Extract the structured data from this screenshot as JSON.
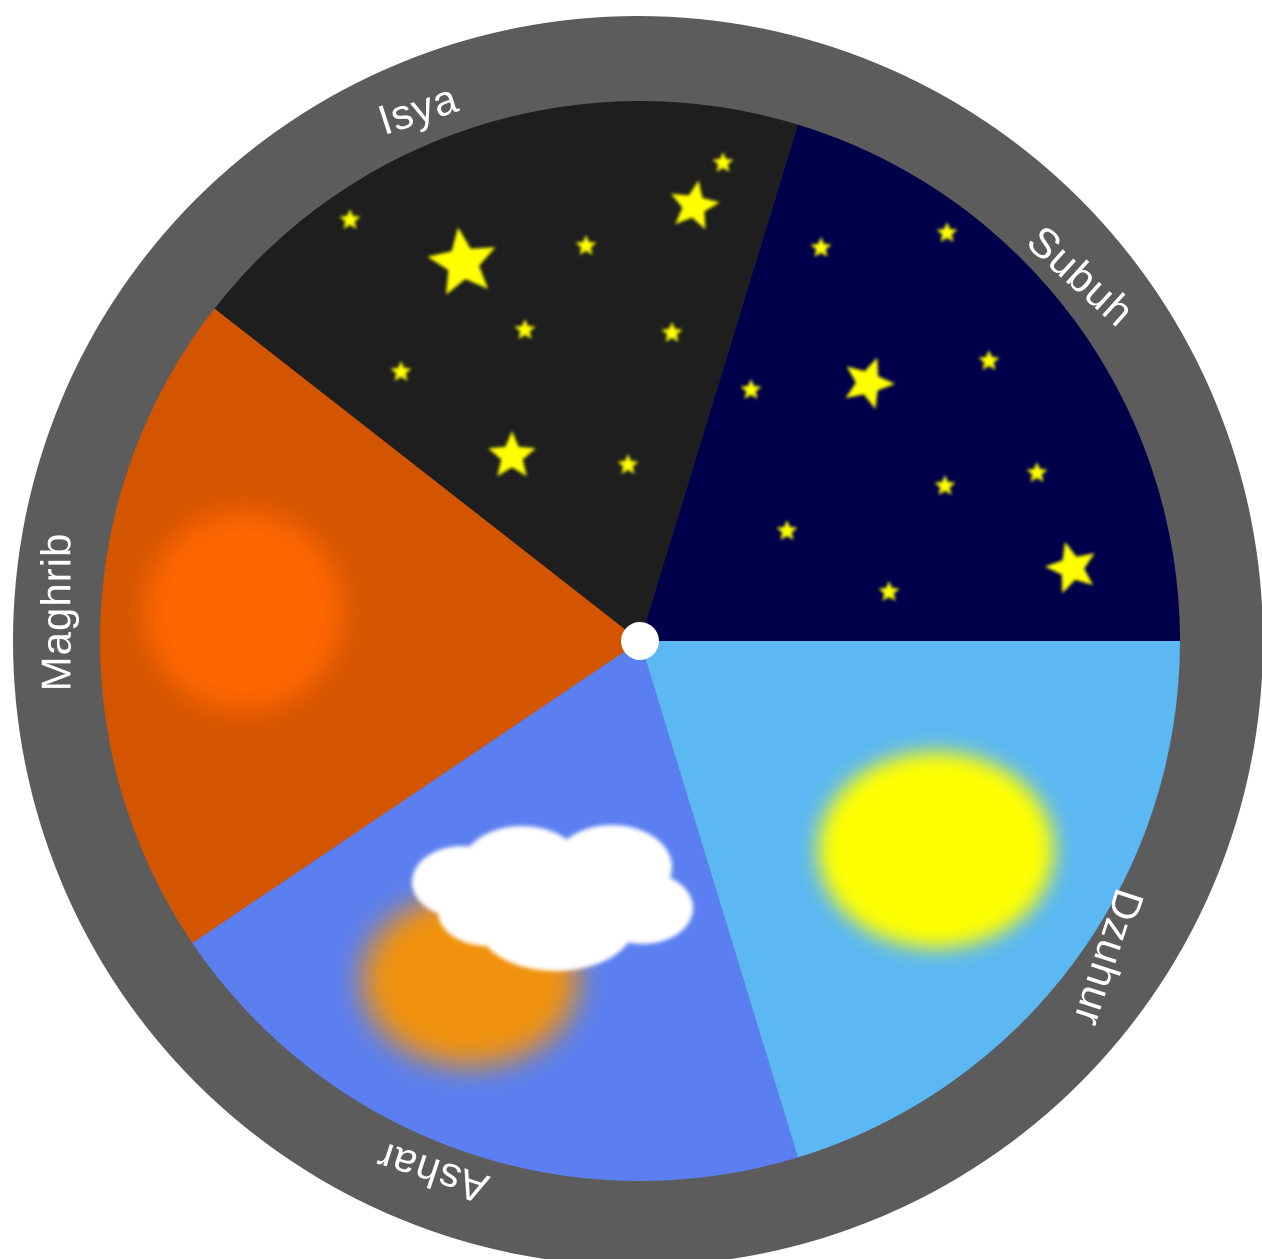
{
  "wheel": {
    "segments": [
      {
        "id": "subuh",
        "label": "Subuh",
        "color": "#00004a",
        "decor": "stars"
      },
      {
        "id": "dzuhur",
        "label": "Dzuhur",
        "color": "#5bb8f2",
        "decor": "sun"
      },
      {
        "id": "ashar",
        "label": "Ashar",
        "color": "#5b7ff0",
        "decor": "sun-cloud"
      },
      {
        "id": "maghrib",
        "label": "Maghrib",
        "color": "#d45500",
        "decor": "setting-sun"
      },
      {
        "id": "isya",
        "label": "Isya",
        "color": "#1e1e1e",
        "decor": "stars"
      }
    ],
    "ring_color": "#5c5c5c",
    "hub_color": "#ffffff",
    "star_color": "#ffff00",
    "sun_color": "#ffff00",
    "afternoon_sun_color": "#f0920f",
    "setting_sun_color": "#ff6600",
    "cloud_color": "#ffffff"
  }
}
